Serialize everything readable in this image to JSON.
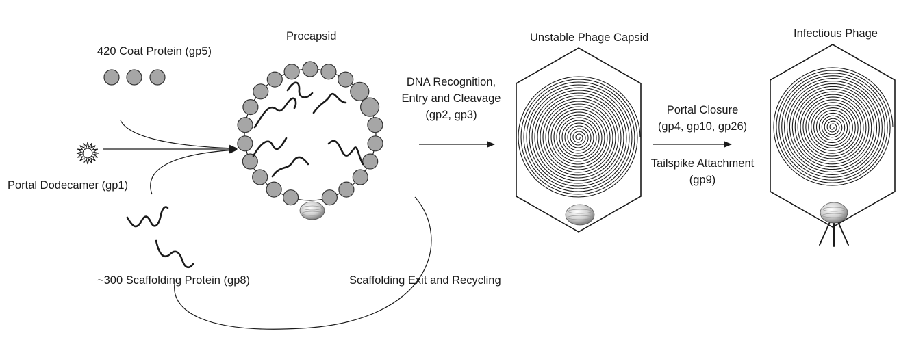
{
  "labels": {
    "coat_protein": "420 Coat Protein (gp5)",
    "portal": "Portal Dodecamer (gp1)",
    "scaffolding": "~300 Scaffolding Protein (gp8)",
    "procapsid": "Procapsid",
    "dna_step_line1": "DNA Recognition,",
    "dna_step_line2": "Entry and Cleavage",
    "dna_step_line3": "(gp2, gp3)",
    "unstable_capsid": "Unstable Phage Capsid",
    "portal_closure_line1": "Portal Closure",
    "portal_closure_line2": "(gp4, gp10, gp26)",
    "tailspike_line1": "Tailspike Attachment",
    "tailspike_line2": "(gp9)",
    "infectious_phage": "Infectious Phage",
    "scaffolding_exit": "Scaffolding Exit and Recycling"
  },
  "colors": {
    "protein_fill": "#a6a6a6",
    "line": "#1a1a1a"
  }
}
